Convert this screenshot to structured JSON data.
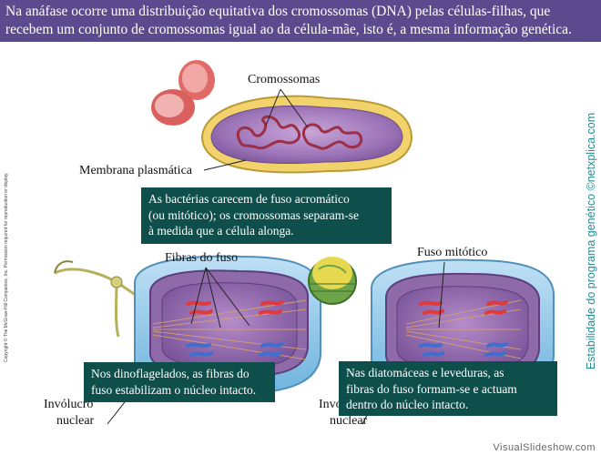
{
  "banner": {
    "line1": "Na anáfase ocorre uma distribuição equitativa dos cromossomas (DNA) pelas células-filhas, que",
    "line2": "recebem um conjunto de cromossomas igual ao da célula-mãe, isto é, a mesma informação genética."
  },
  "copyright": "Copyright © The McGraw-Hill Companies, Inc. Permission required for reproduction or display.",
  "side_credit": "Estabilidade do programa genético ©netxplica.com",
  "bacteria": {
    "label_chromosomes": "Cromossomas",
    "label_membrane": "Membrana plasmática",
    "callout": [
      "As bactérias carecem de fuso acromático",
      "(ou mitótico); os cromossomas separam-se",
      "à medida que a célula alonga."
    ]
  },
  "dinoflagellate": {
    "label_fibers": "Fibras do fuso",
    "label_envelope_1": "Invólucro",
    "label_envelope_2": "nuclear",
    "callout": [
      "Nos dinoflagelados, as fibras do",
      "fuso estabilizam o núcleo intacto."
    ]
  },
  "diatom": {
    "label_spindle": "Fuso mitótico",
    "label_envelope_1": "Invólucro",
    "label_envelope_2": "nuclear",
    "callout": [
      "Nas diatomáceas e leveduras, as",
      "fibras do fuso formam-se e actuam",
      "dentro do núcleo intacto."
    ]
  },
  "watermark": "VisualSlideshow.com",
  "colors": {
    "banner": "#5b4a8e",
    "callout": "#0f4f4b",
    "credit": "#2a8a93"
  }
}
